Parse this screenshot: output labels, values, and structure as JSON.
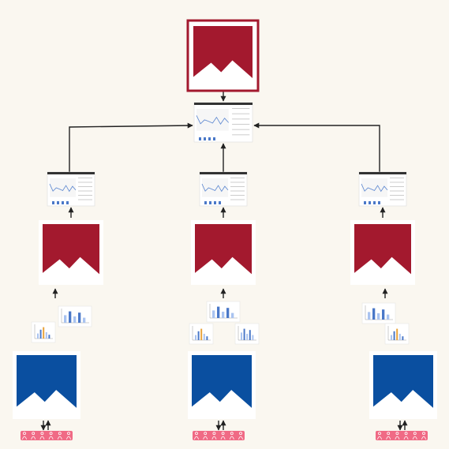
{
  "diagram": {
    "background": "#faf7f0",
    "colors": {
      "red_node": "#a3192e",
      "blue_node": "#0a4fa0",
      "people_bar": "#f06a85",
      "arrow": "#222222",
      "chart_bar_light": "#a9c3f0",
      "chart_bar_dark": "#4a78c8",
      "chart_bar_orange": "#e8a33a"
    },
    "icons": {
      "node": "mountain-logo-icon",
      "report": "dashboard-thumbnail-icon",
      "chart": "bar-chart-thumbnail-icon",
      "people": "people-group-icon"
    },
    "top": {
      "node": "red",
      "highlighted": true
    },
    "branches": [
      {
        "node": "red",
        "source": "blue",
        "chart_count": 2
      },
      {
        "node": "red",
        "source": "blue",
        "chart_count": 3
      },
      {
        "node": "red",
        "source": "blue",
        "chart_count": 2
      }
    ]
  }
}
